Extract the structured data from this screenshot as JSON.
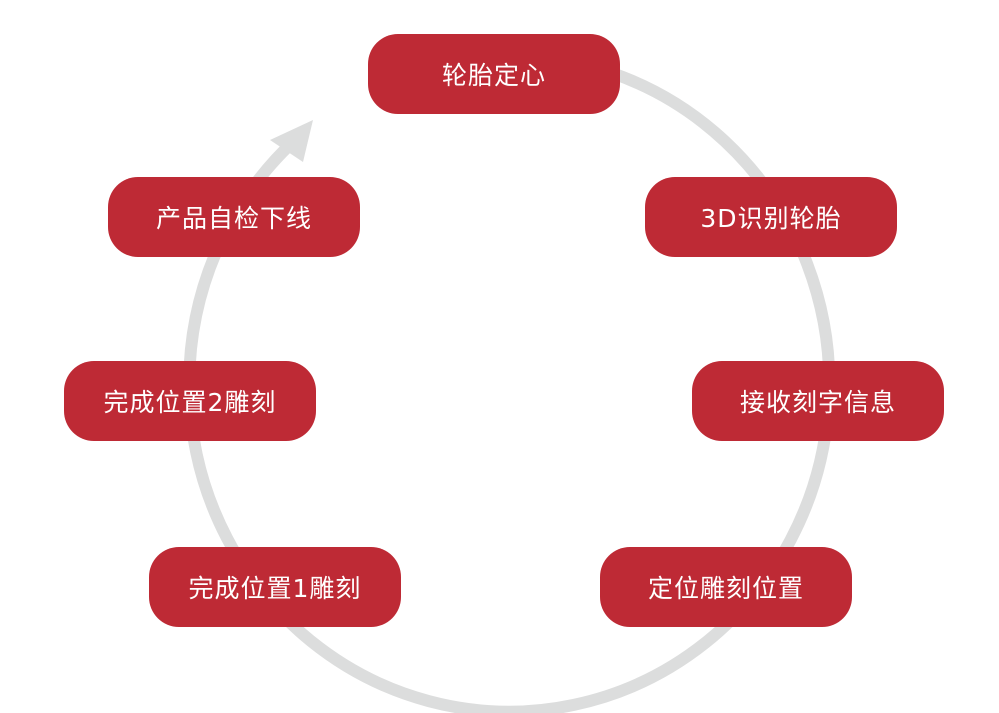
{
  "colors": {
    "step_fill": "#BE2A35",
    "step_text": "#FFFFFF",
    "ring": "#DCDDDD",
    "background": "#FFFFFF"
  },
  "diagram": {
    "type": "cycle",
    "direction": "clockwise",
    "steps": [
      {
        "label": "轮胎定心"
      },
      {
        "label": "3D识别轮胎"
      },
      {
        "label": "接收刻字信息"
      },
      {
        "label": "定位雕刻位置"
      },
      {
        "label": "完成位置1雕刻"
      },
      {
        "label": "完成位置2雕刻"
      },
      {
        "label": "产品自检下线"
      }
    ]
  }
}
